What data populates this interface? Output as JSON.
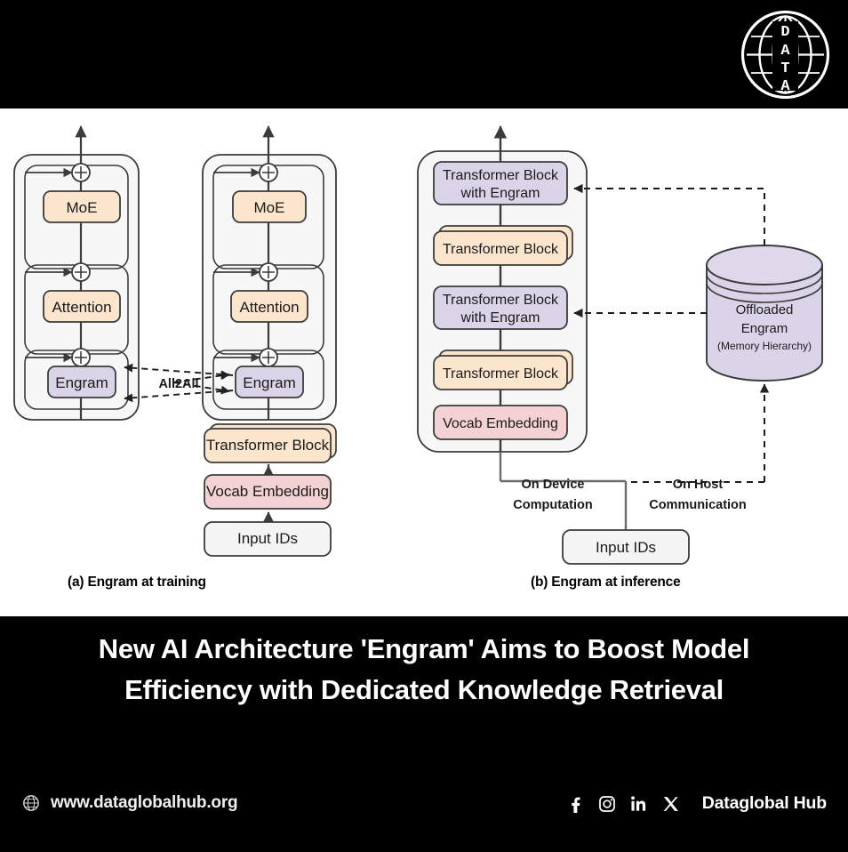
{
  "header": {
    "logo_label": "DATA",
    "logo_icon": "globe-data-logo-icon"
  },
  "figure": {
    "caption_a": "(a) Engram at training",
    "caption_b": "(b) Engram at inference",
    "training": {
      "device_left": {
        "blocks": [
          {
            "id": "moe",
            "label": "MoE"
          },
          {
            "id": "attention",
            "label": "Attention"
          },
          {
            "id": "engram",
            "label": "Engram"
          }
        ]
      },
      "device_right": {
        "blocks": [
          {
            "id": "moe",
            "label": "MoE"
          },
          {
            "id": "attention",
            "label": "Attention"
          },
          {
            "id": "engram",
            "label": "Engram"
          }
        ],
        "stack": [
          {
            "id": "transformer-block",
            "label": "Transformer Block"
          },
          {
            "id": "vocab-embedding",
            "label": "Vocab Embedding"
          },
          {
            "id": "input-ids",
            "label": "Input IDs"
          }
        ]
      },
      "all2all_label": "All2All"
    },
    "inference": {
      "blocks": [
        {
          "id": "transformer-block-with-engram-top",
          "label": "Transformer Block\nwith Engram",
          "line1": "Transformer Block",
          "line2": "with Engram"
        },
        {
          "id": "transformer-block-upper",
          "label": "Transformer Block"
        },
        {
          "id": "transformer-block-with-engram-mid",
          "label": "Transformer Block\nwith Engram",
          "line1": "Transformer Block",
          "line2": "with Engram"
        },
        {
          "id": "transformer-block-lower",
          "label": "Transformer Block"
        },
        {
          "id": "vocab-embedding",
          "label": "Vocab Embedding"
        }
      ],
      "input_ids": "Input IDs",
      "store": {
        "line1": "Offloaded",
        "line2": "Engram",
        "line3": "(Memory Hierarchy)"
      },
      "zone_left_top": "On Device",
      "zone_left_bottom": "Computation",
      "zone_right_top": "On Host",
      "zone_right_bottom": "Communication"
    }
  },
  "headline": {
    "line1": "New AI Architecture 'Engram' Aims to Boost Model",
    "line2": "Efficiency with Dedicated Knowledge Retrieval"
  },
  "footer": {
    "website": "www.dataglobalhub.org",
    "globe_icon": "globe-icon",
    "brand": "Dataglobal Hub",
    "socials": [
      {
        "name": "facebook-icon"
      },
      {
        "name": "instagram-icon"
      },
      {
        "name": "linkedin-icon"
      },
      {
        "name": "x-icon"
      }
    ]
  },
  "colors": {
    "orange": "#fbe5cd",
    "purple": "#dad4e8",
    "pink": "#f4d2d4",
    "grey": "#f4f4f4",
    "stroke": "#3b3b3b",
    "panel": "#f7f7f7",
    "background": "#000000",
    "figure_background": "#ffffff"
  }
}
